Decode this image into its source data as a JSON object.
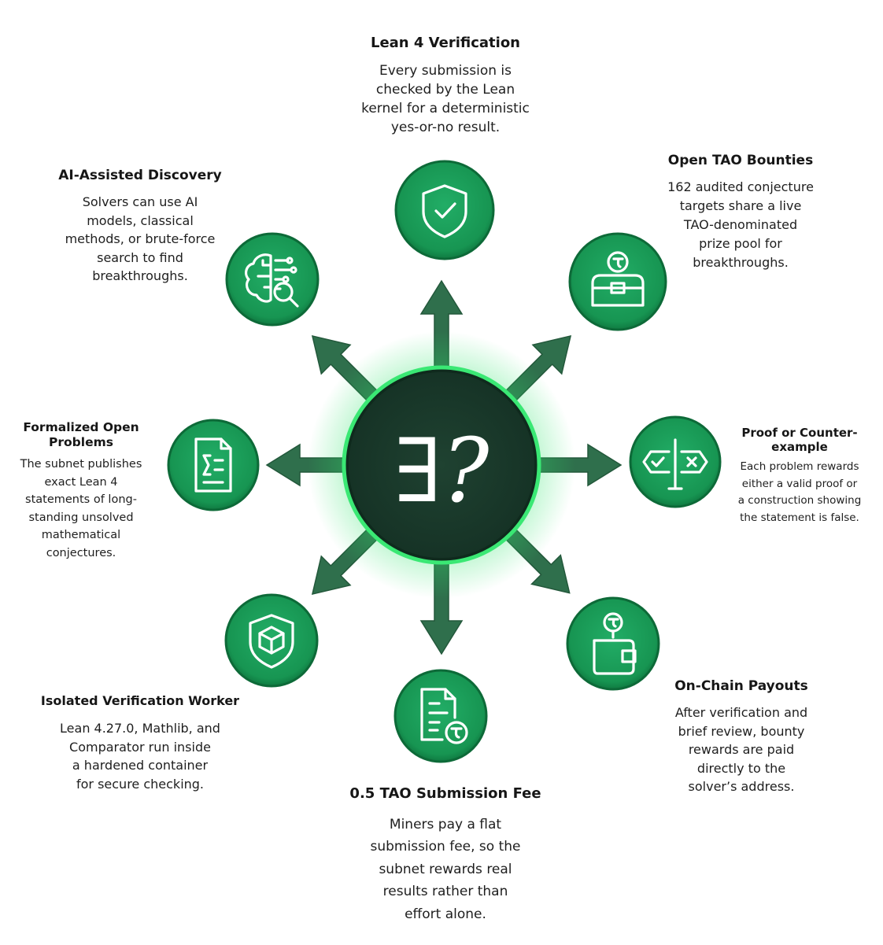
{
  "center": {
    "symbol": "∃?"
  },
  "nodes": [
    {
      "id": "lean4",
      "title": "Lean 4 Verification",
      "description": "Every submission is\nchecked by the Lean\nkernel for a deterministic\nyes-or-no result.",
      "icon": "shield-check-icon"
    },
    {
      "id": "bounties",
      "title": "Open TAO Bounties",
      "description": "162 audited conjecture\ntargets share a live\nTAO-denominated\nprize pool for\nbreakthroughs.",
      "icon": "tao-treasure-chest-icon"
    },
    {
      "id": "proof",
      "title": "Proof or Counter-\nexample",
      "description": "Each problem rewards\neither a valid proof or\na construction showing\nthe statement is false.",
      "icon": "signpost-check-cross-icon"
    },
    {
      "id": "payouts",
      "title": "On-Chain Payouts",
      "description": "After verification and\nbrief review, bounty\nrewards are paid\ndirectly to the\nsolver’s address.",
      "icon": "tao-wallet-icon"
    },
    {
      "id": "fee",
      "title": "0.5 TAO Submission Fee",
      "description": "Miners pay a flat\nsubmission fee, so the\nsubnet rewards real\nresults rather than\neffort alone.",
      "icon": "document-tao-icon"
    },
    {
      "id": "worker",
      "title": "Isolated Verification Worker",
      "description": "Lean 4.27.0, Mathlib, and\nComparator run inside\na hardened container\nfor secure checking.",
      "icon": "shield-cube-icon"
    },
    {
      "id": "formalized",
      "title": "Formalized Open\nProblems",
      "description": "The subnet publishes\nexact Lean 4\nstatements of long-\nstanding unsolved\nmathematical\nconjectures.",
      "icon": "sigma-document-icon"
    },
    {
      "id": "ai",
      "title": "AI-Assisted Discovery",
      "description": "Solvers can use AI\nmodels, classical\nmethods, or brute-force\nsearch to find\nbreakthroughs.",
      "icon": "brain-search-icon"
    }
  ],
  "colors": {
    "node": "#1a9a5a",
    "node_edge": "#0f6e3d",
    "arrow": "#2f6f4c",
    "center": "#1c3b2c",
    "glow": "#3df07a",
    "icon_stroke": "#ffffff"
  }
}
